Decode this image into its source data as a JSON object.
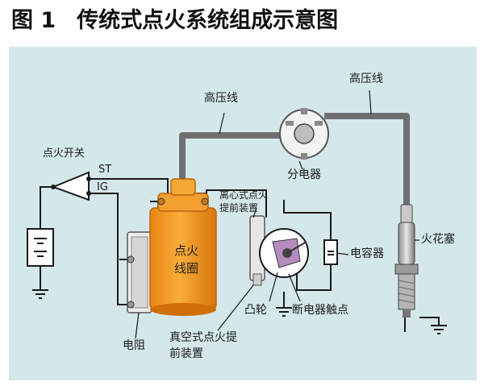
{
  "title": {
    "figure_no": "图 1",
    "text": "传统式点火系统组成示意图"
  },
  "labels": {
    "hv_wire_left": "高压线",
    "hv_wire_right": "高压线",
    "ignition_switch": "点火开关",
    "st": "ST",
    "ig": "IG",
    "distributor": "分电器",
    "centrifugal_advance_1": "离心式点火",
    "centrifugal_advance_2": "提前装置",
    "capacitor": "电容器",
    "spark_plug": "火花塞",
    "coil_1": "点火",
    "coil_2": "线圈",
    "cam": "凸轮",
    "breaker_points": "断电器触点",
    "resistor": "电阻",
    "vacuum_advance_1": "真空式点火提",
    "vacuum_advance_2": "前装置"
  },
  "colors": {
    "background": "#d4e8ea",
    "coil": "#f29a1e",
    "hv_wire": "#6f6f6f",
    "wire": "#1a1a1a"
  }
}
